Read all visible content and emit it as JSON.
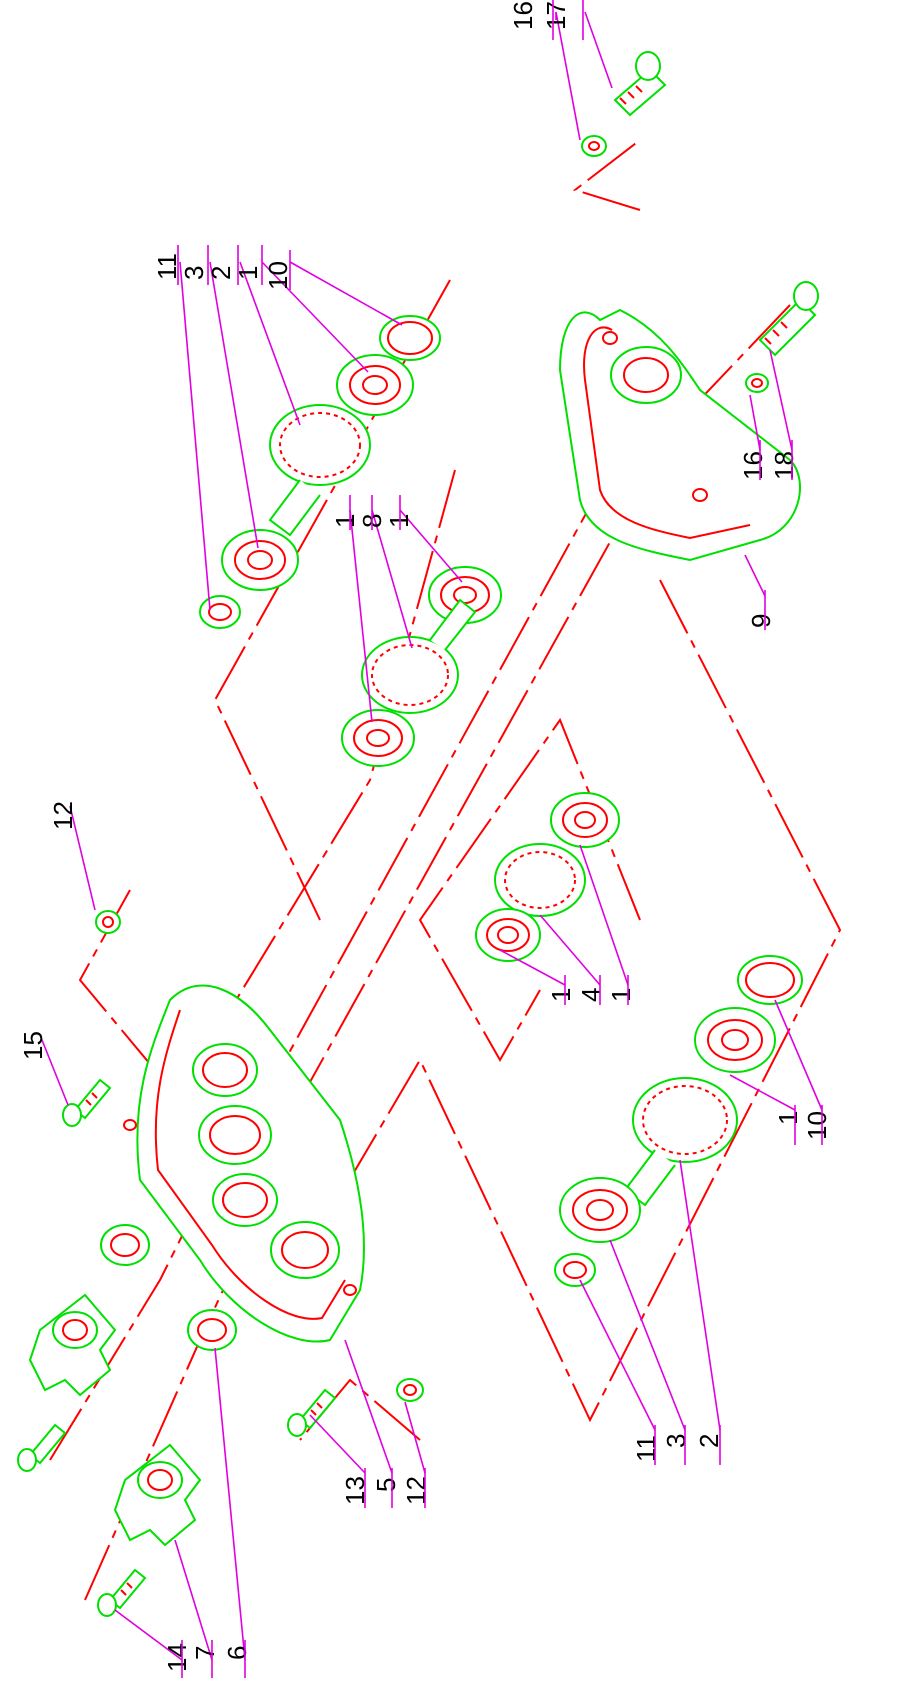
{
  "colors": {
    "part_outline": "#00e000",
    "part_detail": "#ff0000",
    "assembly_axis": "#ff0000",
    "leader_line": "#e000e0",
    "label_text": "#000000"
  },
  "callouts": [
    {
      "id": "c1",
      "text": "16"
    },
    {
      "id": "c2",
      "text": "17"
    },
    {
      "id": "c3",
      "text": "11"
    },
    {
      "id": "c4",
      "text": "3"
    },
    {
      "id": "c5",
      "text": "2"
    },
    {
      "id": "c6",
      "text": "1"
    },
    {
      "id": "c7",
      "text": "10"
    },
    {
      "id": "c8",
      "text": "1"
    },
    {
      "id": "c9",
      "text": "8"
    },
    {
      "id": "c10",
      "text": "1"
    },
    {
      "id": "c11",
      "text": "12"
    },
    {
      "id": "c12",
      "text": "15"
    },
    {
      "id": "c13",
      "text": "16"
    },
    {
      "id": "c14",
      "text": "18"
    },
    {
      "id": "c15",
      "text": "9"
    },
    {
      "id": "c16",
      "text": "1"
    },
    {
      "id": "c17",
      "text": "4"
    },
    {
      "id": "c18",
      "text": "1"
    },
    {
      "id": "c19",
      "text": "1"
    },
    {
      "id": "c20",
      "text": "10"
    },
    {
      "id": "c21",
      "text": "11"
    },
    {
      "id": "c22",
      "text": "3"
    },
    {
      "id": "c23",
      "text": "2"
    },
    {
      "id": "c24",
      "text": "13"
    },
    {
      "id": "c25",
      "text": "5"
    },
    {
      "id": "c26",
      "text": "12"
    },
    {
      "id": "c27",
      "text": "14"
    },
    {
      "id": "c28",
      "text": "7"
    },
    {
      "id": "c29",
      "text": "6"
    }
  ]
}
